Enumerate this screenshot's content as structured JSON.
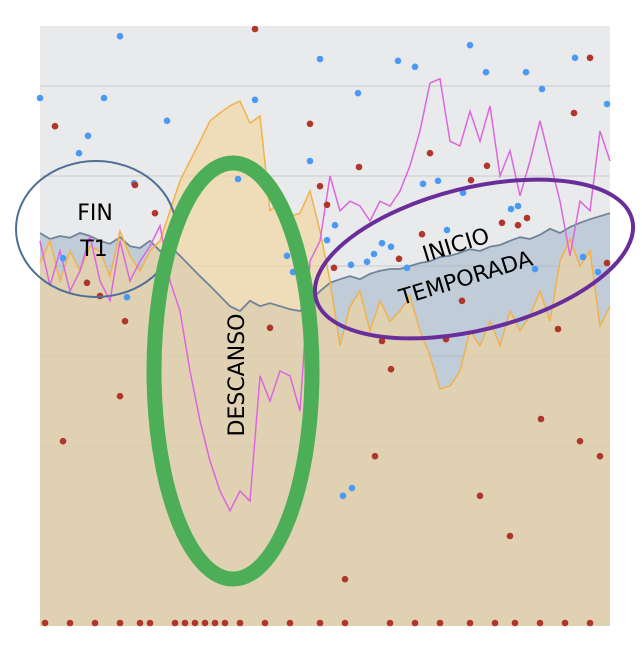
{
  "chart_data": {
    "type": "line",
    "title": "",
    "xlabel": "",
    "ylabel": "",
    "xlim": [
      0,
      57
    ],
    "ylim": [
      0,
      100
    ],
    "grid": true,
    "gridlines_y": [
      15,
      30,
      45,
      60,
      75,
      90
    ],
    "colors": {
      "background": "#e9eaeb",
      "grid": "#d4d5d7",
      "area_blue_line": "#6f8499",
      "area_blue_fill": "#9fb3c8",
      "orange": "#f1b24a",
      "orange_fill": "#f3d49a",
      "magenta": "#dd66dd",
      "blue_dot": "#4a9af5",
      "red_dot": "#b0352a",
      "green_annotation": "#4caf57",
      "purple_annotation": "#6a2e9a",
      "navy_annotation": "#4e6e94"
    },
    "series": [
      {
        "name": "area-blue",
        "kind": "area",
        "values": [
          65.5,
          64.5,
          65,
          64.7,
          65.5,
          65,
          64.2,
          63.7,
          64.8,
          63.3,
          63,
          64.2,
          62.5,
          63.3,
          61.7,
          60,
          58.3,
          56.7,
          55,
          53.3,
          52.5,
          54.2,
          53.3,
          53.8,
          53.3,
          52.8,
          52.5,
          54.2,
          55.8,
          57.2,
          57.8,
          58.3,
          57.8,
          58.7,
          59.2,
          59.5,
          59.5,
          60,
          60.5,
          60.8,
          61.5,
          61.7,
          62.2,
          62.8,
          62.5,
          63.2,
          63.5,
          64.2,
          64.8,
          64.5,
          65.2,
          66.2,
          65.5,
          66.5,
          67.2,
          67.8,
          68.3,
          68.8
        ]
      },
      {
        "name": "area-orange",
        "kind": "area",
        "values": [
          60.5,
          64.2,
          57.5,
          62.5,
          59.2,
          63.3,
          62.5,
          58.3,
          65.8,
          61.7,
          59.2,
          62.5,
          64.2,
          69.2,
          74.2,
          77.5,
          80.8,
          84.2,
          85.5,
          86.7,
          87.5,
          83.8,
          85,
          69.2,
          70.8,
          68.3,
          68.8,
          72.5,
          65.8,
          57.5,
          46.7,
          53.3,
          55.8,
          49.2,
          54.2,
          50.8,
          52.5,
          55,
          49.2,
          45,
          39.5,
          40,
          42.5,
          49.2,
          46.7,
          50.8,
          46.7,
          52.5,
          49.2,
          51.7,
          55.8,
          50.8,
          60.8,
          64.5,
          60,
          62.5,
          50,
          53.3
        ]
      },
      {
        "name": "line-magenta",
        "kind": "line",
        "values": [
          64.2,
          56.7,
          62.5,
          55.8,
          59.2,
          65,
          57.5,
          54.2,
          64.2,
          57.5,
          60.8,
          63.3,
          66.7,
          57.5,
          52.5,
          42.5,
          34.2,
          27.5,
          22.5,
          19.2,
          22.5,
          20.8,
          41.7,
          37.5,
          42.5,
          41.7,
          35.8,
          60.8,
          64.2,
          75,
          69.2,
          70.8,
          70,
          67.5,
          70.8,
          70,
          72.5,
          76.7,
          82.5,
          90.5,
          91.2,
          80.8,
          80,
          85.8,
          80.8,
          86.7,
          75,
          79.2,
          71.7,
          77.5,
          84.2,
          77.5,
          70.8,
          61.7,
          70.8,
          69.2,
          82.5,
          77.5
        ]
      },
      {
        "name": "dots-blue",
        "kind": "scatter",
        "points": [
          [
            8,
            98.3
          ],
          [
            6.4,
            88
          ],
          [
            0,
            88
          ],
          [
            4.8,
            81.7
          ],
          [
            3.9,
            78.8
          ],
          [
            12.7,
            84.2
          ],
          [
            9.4,
            73.8
          ],
          [
            19.8,
            74.5
          ],
          [
            21.5,
            87.7
          ],
          [
            27,
            77.5
          ],
          [
            28,
            94.5
          ],
          [
            31.8,
            88.8
          ],
          [
            35.8,
            94.2
          ],
          [
            37.5,
            93.2
          ],
          [
            43,
            96.8
          ],
          [
            44.6,
            92.3
          ],
          [
            48.6,
            92.3
          ],
          [
            50.2,
            89.5
          ],
          [
            53.5,
            94.7
          ],
          [
            56.7,
            87
          ],
          [
            38.3,
            73.7
          ],
          [
            39.8,
            74.2
          ],
          [
            42.3,
            72.2
          ],
          [
            47.1,
            69.5
          ],
          [
            47.8,
            70
          ],
          [
            29.5,
            66.8
          ],
          [
            28.7,
            64.3
          ],
          [
            31.1,
            60.2
          ],
          [
            32.7,
            60.7
          ],
          [
            33.4,
            62
          ],
          [
            34.2,
            63.8
          ],
          [
            35.1,
            63.2
          ],
          [
            36.7,
            59.7
          ],
          [
            40.7,
            66
          ],
          [
            49.5,
            59.5
          ],
          [
            54.3,
            61.5
          ],
          [
            55.8,
            59
          ],
          [
            24.7,
            61.7
          ],
          [
            25.3,
            59
          ],
          [
            2.3,
            61.3
          ],
          [
            8.7,
            54.8
          ],
          [
            30.3,
            21.7
          ],
          [
            31.2,
            23
          ]
        ]
      },
      {
        "name": "dots-red",
        "kind": "scatter",
        "points": [
          [
            21.5,
            99.5
          ],
          [
            1.5,
            83.3
          ],
          [
            9.5,
            73.5
          ],
          [
            11.5,
            68.8
          ],
          [
            27,
            83.7
          ],
          [
            28,
            73.3
          ],
          [
            39,
            78.8
          ],
          [
            44.7,
            76.7
          ],
          [
            43.1,
            74.3
          ],
          [
            55,
            94.7
          ],
          [
            53.4,
            85.5
          ],
          [
            48.7,
            68
          ],
          [
            47.8,
            66.8
          ],
          [
            46.2,
            67.2
          ],
          [
            38.2,
            65.3
          ],
          [
            35.9,
            61.2
          ],
          [
            29.4,
            59.7
          ],
          [
            28.7,
            70.2
          ],
          [
            31.9,
            76.5
          ],
          [
            34.2,
            47.5
          ],
          [
            35.1,
            42.8
          ],
          [
            40.6,
            47.8
          ],
          [
            42.2,
            54.2
          ],
          [
            51.8,
            49.5
          ],
          [
            56.7,
            60.5
          ],
          [
            4.7,
            57.2
          ],
          [
            6,
            55
          ],
          [
            8.5,
            50.8
          ],
          [
            8,
            38.3
          ],
          [
            2.3,
            30.8
          ],
          [
            50.1,
            34.5
          ],
          [
            54,
            30.8
          ],
          [
            56,
            28.3
          ],
          [
            33.5,
            28.3
          ],
          [
            44,
            21.7
          ],
          [
            47,
            15
          ],
          [
            30.5,
            7.8
          ],
          [
            23,
            49.7
          ],
          [
            0.5,
            0.5
          ],
          [
            3,
            0.5
          ],
          [
            5.5,
            0.5
          ],
          [
            8,
            0.5
          ],
          [
            10,
            0.5
          ],
          [
            11,
            0.5
          ],
          [
            13.5,
            0.5
          ],
          [
            14.5,
            0.5
          ],
          [
            15.5,
            0.5
          ],
          [
            16.5,
            0.5
          ],
          [
            17.5,
            0.5
          ],
          [
            18.5,
            0.5
          ],
          [
            20,
            0.5
          ],
          [
            22.5,
            0.5
          ],
          [
            25,
            0.5
          ],
          [
            28,
            0.5
          ],
          [
            30.5,
            0.5
          ],
          [
            35,
            0.5
          ],
          [
            37.5,
            0.5
          ],
          [
            40,
            0.5
          ],
          [
            43,
            0.5
          ],
          [
            45.5,
            0.5
          ],
          [
            47.5,
            0.5
          ],
          [
            50,
            0.5
          ],
          [
            52.5,
            0.5
          ],
          [
            55,
            0.5
          ]
        ]
      }
    ],
    "annotations": {
      "fin_t1": {
        "line1": "FIN",
        "line2": "T1"
      },
      "descanso": "DESCANSO",
      "inicio_temporada": {
        "line1": "INICIO",
        "line2": "TEMPORADA"
      }
    }
  }
}
